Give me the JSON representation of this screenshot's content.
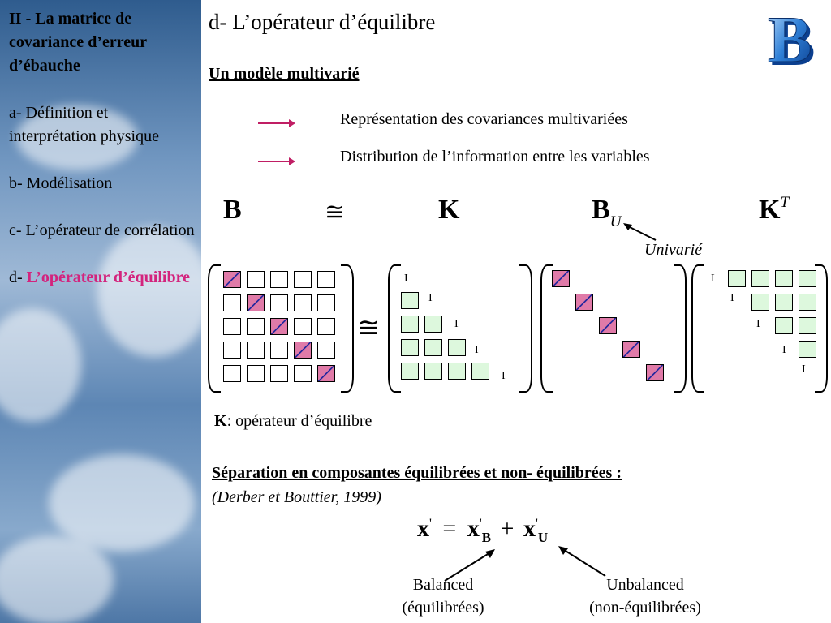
{
  "sidebar": {
    "section_title": "II  - La matrice de covariance d’erreur d’ébauche",
    "item_a": "a- Définition et interprétation physique",
    "item_b": "b- Modélisation",
    "item_c": "c- L’opérateur de corrélation",
    "item_d_prefix": "d- ",
    "item_d_active": "L’opérateur d’équilibre"
  },
  "main": {
    "title": "d- L’opérateur d’équilibre",
    "subtitle": "Un modèle multivarié",
    "bullet1": "Représentation des covariances multivariées",
    "bullet2": "Distribution de l’information entre les variables",
    "logo_letter": "B"
  },
  "equation_row": {
    "B": "B",
    "approx": "≅",
    "K": "K",
    "BU_main": "B",
    "BU_sub": "U",
    "KT_main": "K",
    "KT_sup": "T",
    "univarie": "Univarié",
    "matrix_approx": "≅",
    "identity_label": "I"
  },
  "kdef": {
    "symbol": "K",
    "text": ": opérateur d’équilibre"
  },
  "separation": {
    "title": "Séparation en composantes équilibrées et non- équilibrées : ",
    "reference": "(Derber et Bouttier, 1999)",
    "eq_x": "x",
    "eq_prime": "'",
    "eq_equals": "=",
    "eq_xb": "x",
    "eq_b_sub": "B",
    "eq_plus": "+",
    "eq_xu": "x",
    "eq_u_sub": "U"
  },
  "labels": {
    "balanced": "Balanced",
    "balanced_fr": "(équilibrées)",
    "unbalanced": "Unbalanced",
    "unbalanced_fr": "(non-équilibrées)"
  },
  "colors": {
    "accent": "#d3237d",
    "diag": "#e07aa8",
    "green": "#ddf8dd"
  }
}
